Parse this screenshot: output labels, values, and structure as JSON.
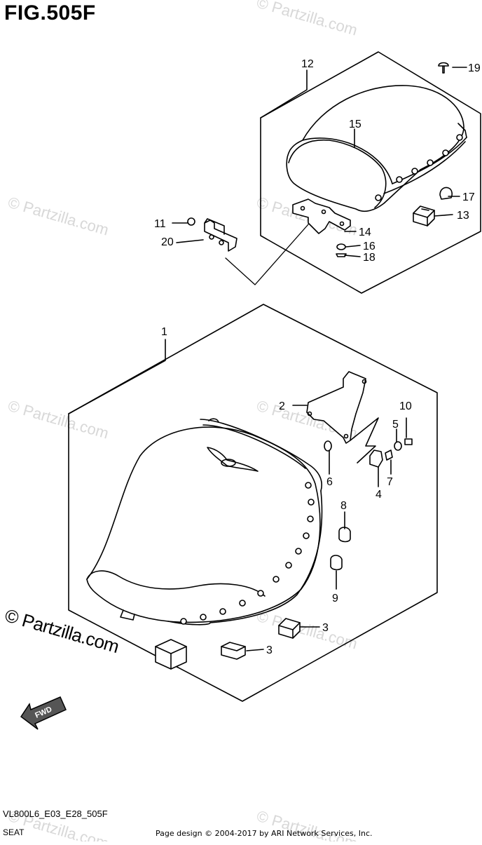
{
  "figure": {
    "title": "FIG.505F",
    "model_code": "VL800L6_E03_E28_505F",
    "section": "SEAT",
    "credit": "Page design © 2004-2017 by ARI Network Services, Inc.",
    "watermark": "© Partzilla.com"
  },
  "callouts": [
    {
      "id": "1"
    },
    {
      "id": "2"
    },
    {
      "id": "3"
    },
    {
      "id": "3b",
      "label": "3"
    },
    {
      "id": "4"
    },
    {
      "id": "5"
    },
    {
      "id": "6"
    },
    {
      "id": "7"
    },
    {
      "id": "8"
    },
    {
      "id": "9"
    },
    {
      "id": "10"
    },
    {
      "id": "11"
    },
    {
      "id": "12"
    },
    {
      "id": "13"
    },
    {
      "id": "14"
    },
    {
      "id": "15"
    },
    {
      "id": "16"
    },
    {
      "id": "17"
    },
    {
      "id": "18"
    },
    {
      "id": "19"
    },
    {
      "id": "20"
    }
  ],
  "direction_badge": "FWD"
}
